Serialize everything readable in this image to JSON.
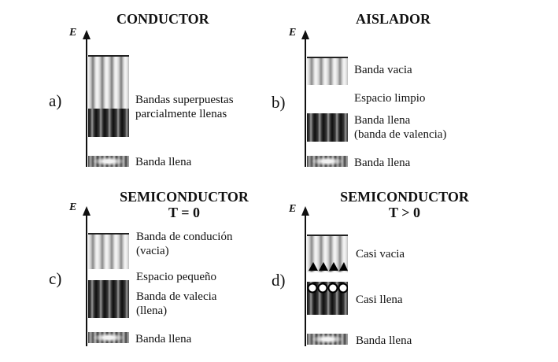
{
  "panels": {
    "a": {
      "letter": "a)",
      "title": "CONDUCTOR",
      "axis_label": "E",
      "labels": [
        "Bandas superpuestas",
        "parcialmente llenas",
        "Banda llena"
      ]
    },
    "b": {
      "letter": "b)",
      "title": "AISLADOR",
      "axis_label": "E",
      "labels": [
        "Banda vacia",
        "Espacio limpio",
        "Banda llena",
        "(banda de valencia)",
        "Banda llena"
      ]
    },
    "c": {
      "letter": "c)",
      "title_line1": "SEMICONDUCTOR",
      "title_line2": "T = 0",
      "axis_label": "E",
      "labels": [
        "Banda de condución",
        "(vacia)",
        "Espacio pequeño",
        "Banda de valecia",
        "(llena)",
        "Banda llena"
      ]
    },
    "d": {
      "letter": "d)",
      "title_line1": "SEMICONDUCTOR",
      "title_line2": "T > 0",
      "axis_label": "E",
      "labels": [
        "Casi vacia",
        "Casi llena",
        "Banda llena"
      ]
    }
  }
}
